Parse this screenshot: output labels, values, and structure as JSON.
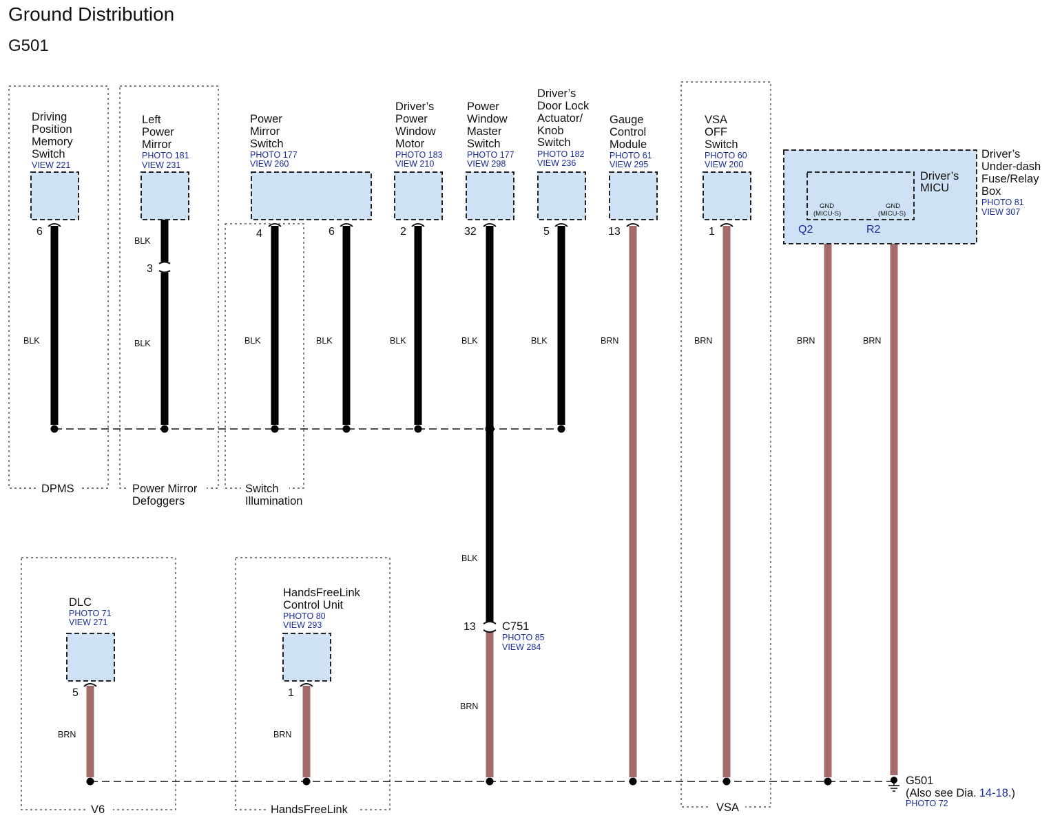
{
  "header": {
    "title": "Ground Distribution",
    "subtitle": "G501"
  },
  "groups": {
    "dpms": "DPMS",
    "power_mirror_defoggers": [
      "Power Mirror",
      "Defoggers"
    ],
    "switch_illumination": [
      "Switch",
      "Illumination"
    ],
    "vsa": "VSA",
    "v6": "V6",
    "handsfreelink": "HandsFreeLink"
  },
  "components": {
    "driving_position_memory_switch": {
      "name": [
        "Driving",
        "Position",
        "Memory",
        "Switch"
      ],
      "refs": [
        "VIEW 221"
      ],
      "pin": "6",
      "wire": "BLK"
    },
    "left_power_mirror": {
      "name": [
        "Left",
        "Power",
        "Mirror"
      ],
      "refs": [
        "PHOTO 181",
        "VIEW 231"
      ],
      "wire_upper": "BLK",
      "inline_pin": "3",
      "wire_lower": "BLK"
    },
    "power_mirror_switch": {
      "name": [
        "Power",
        "Mirror",
        "Switch"
      ],
      "refs": [
        "PHOTO 177",
        "VIEW 260"
      ],
      "pin_a": "4",
      "wire_a": "BLK",
      "pin_b": "6",
      "wire_b": "BLK"
    },
    "drivers_power_window_motor": {
      "name": [
        "Driver’s",
        "Power",
        "Window",
        "Motor"
      ],
      "refs": [
        "PHOTO 183",
        "VIEW 210"
      ],
      "pin": "2",
      "wire": "BLK"
    },
    "power_window_master_switch": {
      "name": [
        "Power",
        "Window",
        "Master",
        "Switch"
      ],
      "refs": [
        "PHOTO 177",
        "VIEW 298"
      ],
      "pin": "32",
      "wire": "BLK",
      "wire_below": "BLK"
    },
    "drivers_door_lock_actuator": {
      "name": [
        "Driver’s",
        "Door Lock",
        "Actuator/",
        "Knob",
        "Switch"
      ],
      "refs": [
        "PHOTO 182",
        "VIEW 236"
      ],
      "pin": "5",
      "wire": "BLK"
    },
    "gauge_control_module": {
      "name": [
        "Gauge",
        "Control",
        "Module"
      ],
      "refs": [
        "PHOTO 61",
        "VIEW 295"
      ],
      "pin": "13",
      "wire": "BRN"
    },
    "vsa_off_switch": {
      "name": [
        "VSA",
        "OFF",
        "Switch"
      ],
      "refs": [
        "PHOTO 60",
        "VIEW 200"
      ],
      "pin": "1",
      "wire": "BRN"
    },
    "fuse_relay_box": {
      "name": [
        "Driver’s",
        "Under-dash",
        "Fuse/Relay",
        "Box"
      ],
      "refs": [
        "PHOTO 81",
        "VIEW 307"
      ],
      "micu": [
        "Driver’s",
        "MICU"
      ],
      "gnd_label": "GND",
      "gnd_sub": "(MICU-S)",
      "pin_q2": "Q2",
      "pin_r2": "R2",
      "wire_q2": "BRN",
      "wire_r2": "BRN"
    },
    "dlc": {
      "name": [
        "DLC"
      ],
      "refs": [
        "PHOTO 71",
        "VIEW 271"
      ],
      "pin": "5",
      "wire": "BRN"
    },
    "handsfreelink_unit": {
      "name": [
        "HandsFreeLink",
        "Control Unit"
      ],
      "refs": [
        "PHOTO 80",
        "VIEW 293"
      ],
      "pin": "1",
      "wire": "BRN"
    },
    "c751": {
      "name": "C751",
      "refs": [
        "PHOTO 85",
        "VIEW 284"
      ],
      "pin": "13",
      "wire": "BRN"
    }
  },
  "ground": {
    "name": "G501",
    "note_prefix": "(Also see Dia.",
    "note_link": "14-18",
    "note_suffix": ".)",
    "ref": "PHOTO 72"
  },
  "colors": {
    "blk_wire": "#000000",
    "brn_wire": "#a36b6b",
    "connector_fill": "#cfe2f5",
    "ref_text": "#1a2a9c"
  }
}
